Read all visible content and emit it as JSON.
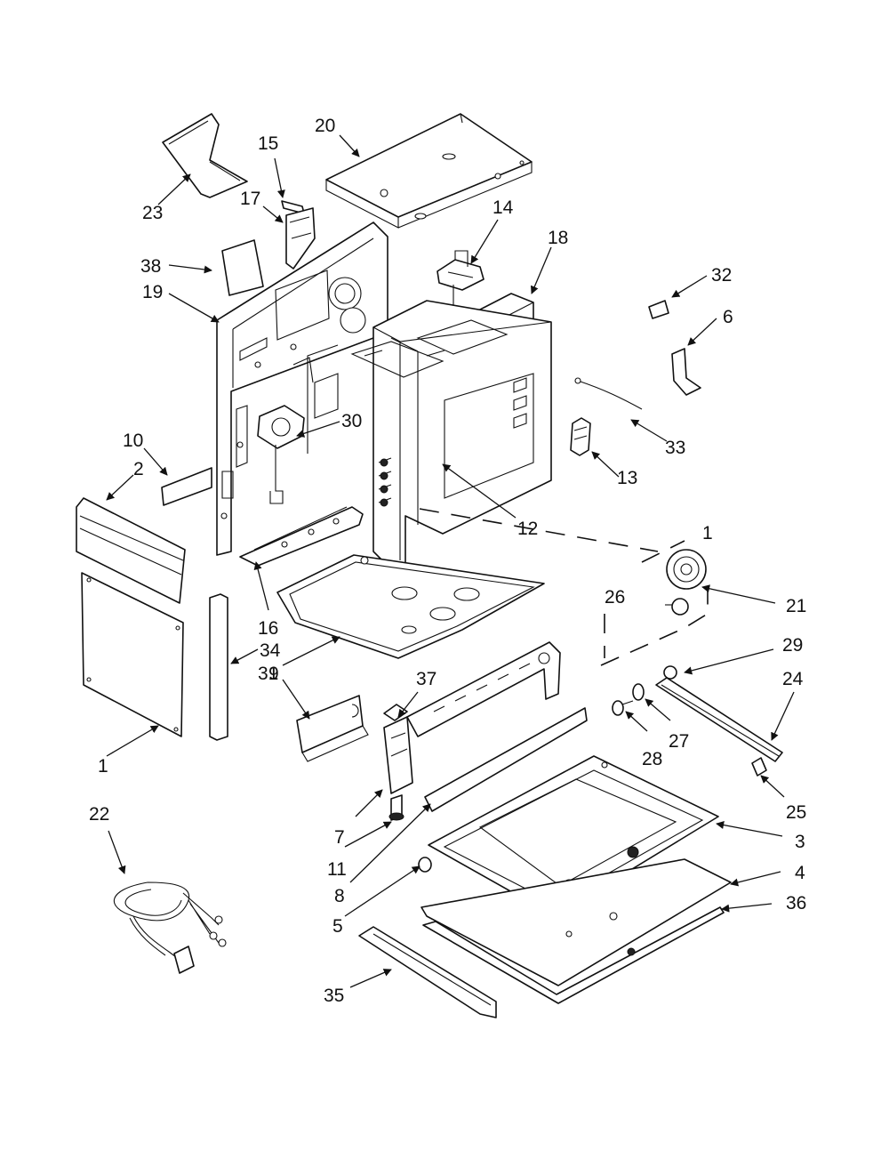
{
  "diagram": {
    "callouts": {
      "p15": "15",
      "p20": "20",
      "p17": "17",
      "p14": "14",
      "p18": "18",
      "p23": "23",
      "p38": "38",
      "p19": "19",
      "p32": "32",
      "p6": "6",
      "p30": "30",
      "p33": "33",
      "p10": "10",
      "p2": "2",
      "p13": "13",
      "p12": "12",
      "p1a": "1",
      "p16": "16",
      "p26": "26",
      "p21": "21",
      "p34": "34",
      "p9": "9",
      "p29": "29",
      "p37": "37",
      "p24": "24",
      "p31": "31",
      "p27": "27",
      "p28": "28",
      "p1b": "1",
      "p25": "25",
      "p22": "22",
      "p7": "7",
      "p3": "3",
      "p11": "11",
      "p4": "4",
      "p8": "8",
      "p36": "36",
      "p5": "5",
      "p35": "35"
    }
  }
}
